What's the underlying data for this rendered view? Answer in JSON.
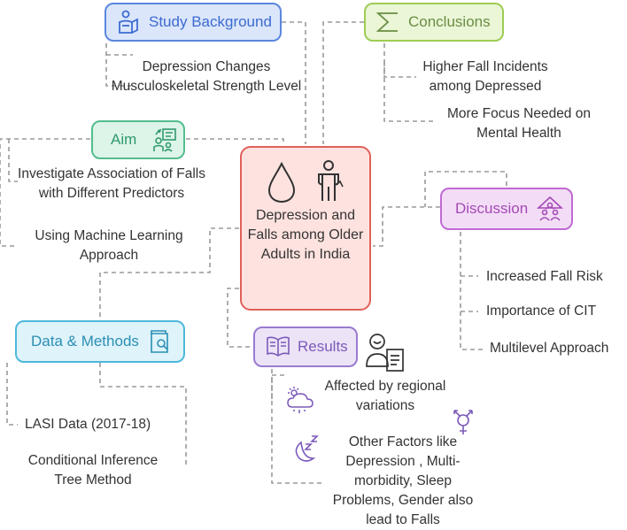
{
  "center": {
    "title": "Depression and Falls among Older Adults in India"
  },
  "study_background": {
    "label": "Study Background",
    "items": [
      "Depression Changes Musculoskeletal Strength Level"
    ]
  },
  "conclusions": {
    "label": "Conclusions",
    "items": [
      "Higher Fall Incidents among Depressed",
      "More Focus Needed on Mental Health"
    ]
  },
  "aim": {
    "label": "Aim",
    "items": [
      "Investigate Association of Falls with Different Predictors",
      "Using Machine Learning Approach"
    ]
  },
  "discussion": {
    "label": "Discussion",
    "items": [
      "Increased Fall Risk",
      "Importance of CIT",
      "Multilevel Approach"
    ]
  },
  "data_methods": {
    "label": "Data & Methods",
    "items": [
      "LASI Data (2017-18)",
      "Conditional Inference Tree Method"
    ]
  },
  "results": {
    "label": "Results",
    "items": [
      "Affected by regional variations",
      "Other Factors like Depression , Multi-morbidity, Sleep Problems, Gender also lead to Falls"
    ]
  },
  "colors": {
    "center_border": "#e0605a",
    "center_fill": "#fde2df",
    "study_background": "#5b87de",
    "conclusions": "#9dcc55",
    "aim": "#53bd8e",
    "discussion": "#c06ad3",
    "data_methods": "#4fb8db",
    "results": "#9a7bd0",
    "connector": "#9a9a9a"
  },
  "icons": {
    "center": [
      "water-drop-icon",
      "person-injury-icon"
    ],
    "study_background": "person-reading-icon",
    "conclusions": "sigma-icon",
    "aim": "teaching-icon",
    "discussion": "team-pyramid-icon",
    "data_methods": "document-search-icon",
    "results": "book-icon",
    "results_side": "patient-report-icon",
    "results_items": [
      "weather-icon",
      "sleep-icon"
    ],
    "gender": "gender-icon"
  }
}
